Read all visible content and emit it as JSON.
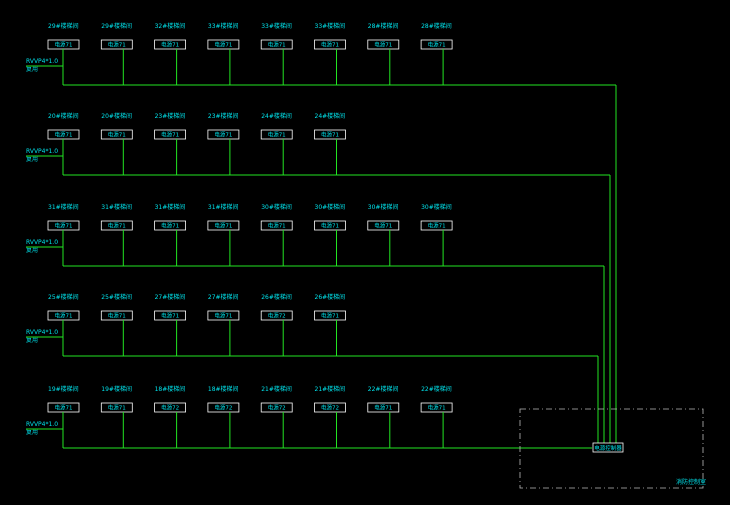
{
  "rows": [
    {
      "cable_label": "RVVP4*1.0",
      "cable_sub": "复用",
      "units": [
        {
          "label": "29#楼梯间",
          "box": "电源71"
        },
        {
          "label": "29#楼梯间",
          "box": "电源71"
        },
        {
          "label": "32#楼梯间",
          "box": "电源71"
        },
        {
          "label": "33#楼梯间",
          "box": "电源71"
        },
        {
          "label": "33#楼梯间",
          "box": "电源71"
        },
        {
          "label": "33#楼梯间",
          "box": "电源71"
        },
        {
          "label": "28#楼梯间",
          "box": "电源71"
        },
        {
          "label": "28#楼梯间",
          "box": "电源71"
        }
      ]
    },
    {
      "cable_label": "RVVP4*1.0",
      "cable_sub": "复用",
      "units": [
        {
          "label": "20#楼梯间",
          "box": "电源71"
        },
        {
          "label": "20#楼梯间",
          "box": "电源71"
        },
        {
          "label": "23#楼梯间",
          "box": "电源71"
        },
        {
          "label": "23#楼梯间",
          "box": "电源71"
        },
        {
          "label": "24#楼梯间",
          "box": "电源71"
        },
        {
          "label": "24#楼梯间",
          "box": "电源71"
        }
      ]
    },
    {
      "cable_label": "RVVP4*1.0",
      "cable_sub": "复用",
      "units": [
        {
          "label": "31#楼梯间",
          "box": "电源71"
        },
        {
          "label": "31#楼梯间",
          "box": "电源71"
        },
        {
          "label": "31#楼梯间",
          "box": "电源71"
        },
        {
          "label": "31#楼梯间",
          "box": "电源71"
        },
        {
          "label": "30#楼梯间",
          "box": "电源71"
        },
        {
          "label": "30#楼梯间",
          "box": "电源71"
        },
        {
          "label": "30#楼梯间",
          "box": "电源71"
        },
        {
          "label": "30#楼梯间",
          "box": "电源71"
        }
      ]
    },
    {
      "cable_label": "RVVP4*1.0",
      "cable_sub": "复用",
      "units": [
        {
          "label": "25#楼梯间",
          "box": "电源71"
        },
        {
          "label": "25#楼梯间",
          "box": "电源71"
        },
        {
          "label": "27#楼梯间",
          "box": "电源71"
        },
        {
          "label": "27#楼梯间",
          "box": "电源71"
        },
        {
          "label": "26#楼梯间",
          "box": "电源72"
        },
        {
          "label": "26#楼梯间",
          "box": "电源71"
        }
      ]
    },
    {
      "cable_label": "RVVP4*1.0",
      "cable_sub": "复用",
      "units": [
        {
          "label": "19#楼梯间",
          "box": "电源71"
        },
        {
          "label": "19#楼梯间",
          "box": "电源71"
        },
        {
          "label": "18#楼梯间",
          "box": "电源72"
        },
        {
          "label": "18#楼梯间",
          "box": "电源72"
        },
        {
          "label": "21#楼梯间",
          "box": "电源72"
        },
        {
          "label": "21#楼梯间",
          "box": "电源72"
        },
        {
          "label": "22#楼梯间",
          "box": "电源71"
        },
        {
          "label": "22#楼梯间",
          "box": "电源71"
        }
      ]
    }
  ],
  "controller": {
    "label": "电源控制器"
  },
  "room": {
    "label": "消防控制室"
  },
  "colors": {
    "wire": "#22e522",
    "text": "#00e5ee",
    "box": "#ffffff",
    "background": "#000000"
  }
}
